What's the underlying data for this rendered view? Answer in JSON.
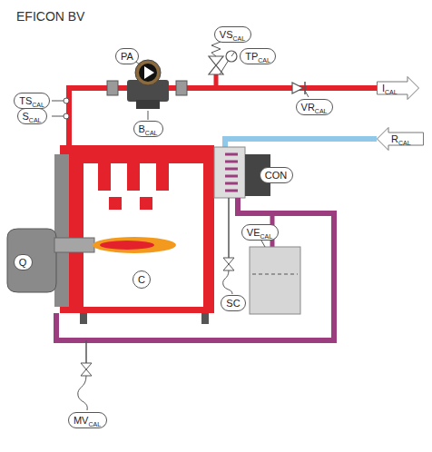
{
  "diagram": {
    "title": "EFICON BV",
    "nodes": [
      {
        "text": [
          "PA"
        ]
      },
      {
        "text": [
          "VS",
          "CAL"
        ]
      },
      {
        "text": [
          "TP",
          "CAL"
        ]
      },
      {
        "text": [
          "TS",
          "CAL"
        ]
      },
      {
        "text": [
          "S",
          "CAL"
        ]
      },
      {
        "text": [
          "B",
          "CAL"
        ]
      },
      {
        "text": [
          "VR",
          "CAL"
        ]
      },
      {
        "text": [
          "I",
          "CAL"
        ]
      },
      {
        "text": [
          "R",
          "CAL"
        ]
      },
      {
        "text": [
          "CON"
        ]
      },
      {
        "text": [
          "VE",
          "CAL"
        ]
      },
      {
        "text": [
          "Q"
        ]
      },
      {
        "text": [
          "C"
        ]
      },
      {
        "text": [
          "SC"
        ]
      },
      {
        "text": [
          "MV",
          "CAL"
        ]
      }
    ]
  }
}
